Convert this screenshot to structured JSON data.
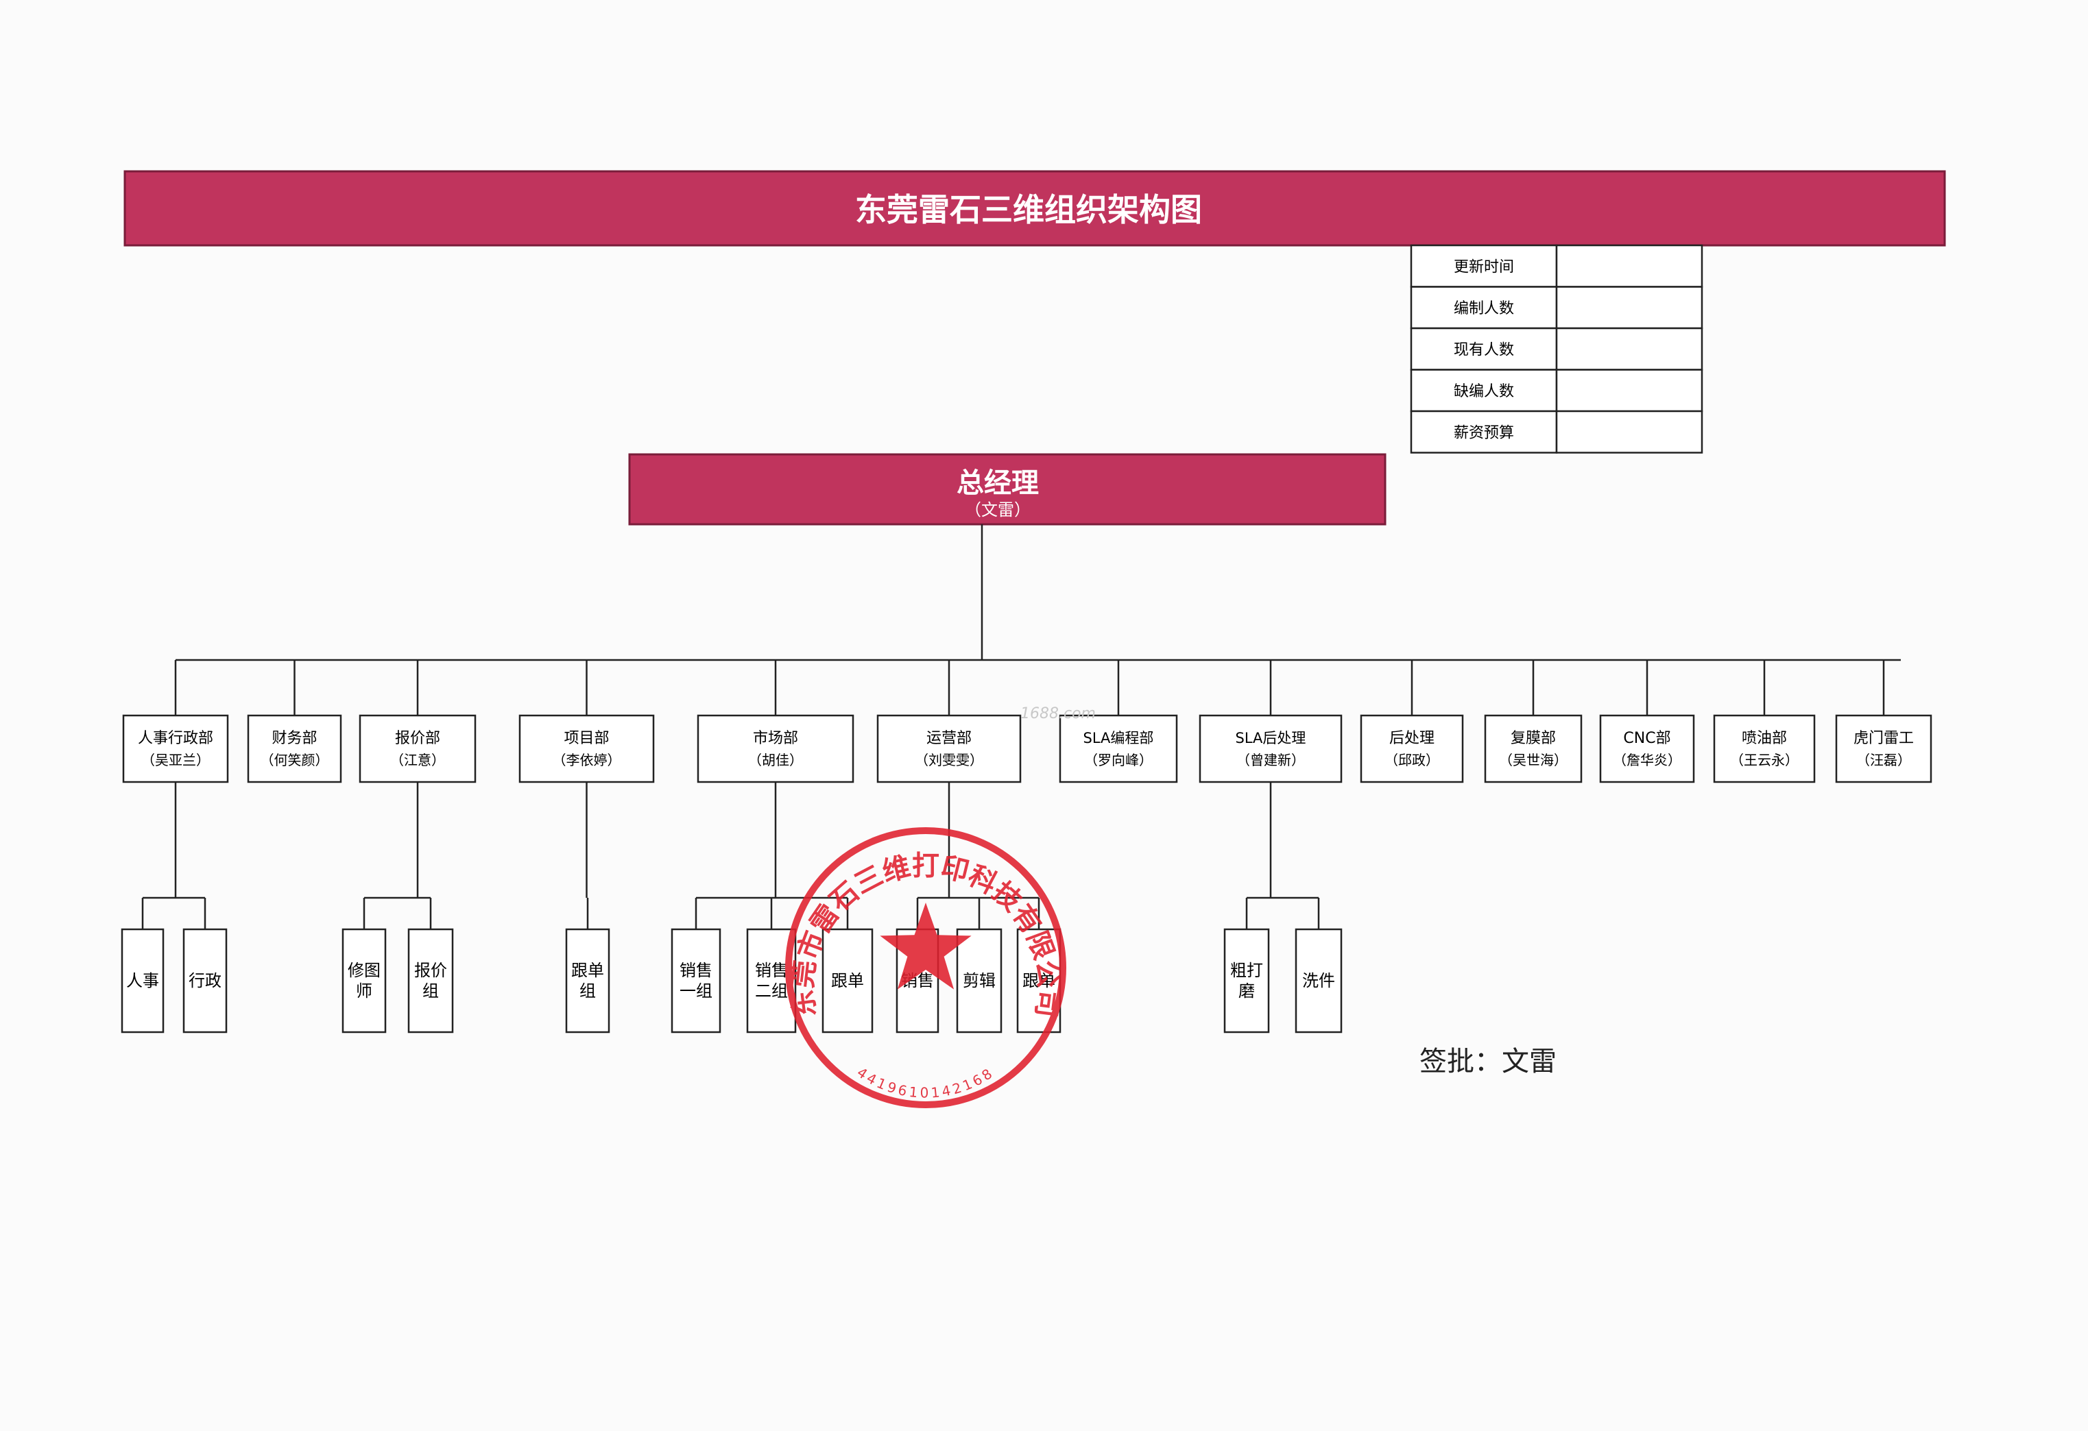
{
  "document": {
    "title": "东莞雷石三维组织架构图",
    "signature": "签批：文雷",
    "watermark": "1688.com"
  },
  "info_table": {
    "rows": [
      {
        "label": "更新时间",
        "value": ""
      },
      {
        "label": "编制人数",
        "value": ""
      },
      {
        "label": "现有人数",
        "value": ""
      },
      {
        "label": "缺编人数",
        "value": ""
      },
      {
        "label": "薪资预算",
        "value": ""
      }
    ]
  },
  "root": {
    "title": "总经理",
    "name": "（文雷）"
  },
  "departments": [
    {
      "title": "人事行政部",
      "name": "（吴亚兰）",
      "children": [
        "人事",
        "行政"
      ]
    },
    {
      "title": "财务部",
      "name": "（何笑颜）",
      "children": []
    },
    {
      "title": "报价部",
      "name": "（江意）",
      "children": [
        "修图师",
        "报价组"
      ]
    },
    {
      "title": "项目部",
      "name": "（李依婷）",
      "children": [
        "跟单组"
      ]
    },
    {
      "title": "市场部",
      "name": "（胡佳）",
      "children": [
        "销售一组",
        "销售二组",
        "跟单"
      ]
    },
    {
      "title": "运营部",
      "name": "（刘雯雯）",
      "children": [
        "销售",
        "剪辑",
        "跟单"
      ]
    },
    {
      "title": "SLA编程部",
      "name": "（罗向峰）",
      "children": []
    },
    {
      "title": "SLA后处理",
      "name": "（曾建新）",
      "children": [
        "粗打磨",
        "洗件"
      ]
    },
    {
      "title": "后处理",
      "name": "（邱政）",
      "children": []
    },
    {
      "title": "复膜部",
      "name": "（吴世海）",
      "children": []
    },
    {
      "title": "CNC部",
      "name": "（詹华炎）",
      "children": []
    },
    {
      "title": "喷油部",
      "name": "（王云永）",
      "children": []
    },
    {
      "title": "虎门雷工",
      "name": "（汪磊）",
      "children": []
    }
  ],
  "seal": {
    "text": "东莞市雷石三维打印科技有限公司",
    "number": "4419610142168",
    "color": "#e0202e"
  },
  "colors": {
    "banner": "#c0345d",
    "banner_text": "#ffffff",
    "seal": "#e0202e"
  }
}
